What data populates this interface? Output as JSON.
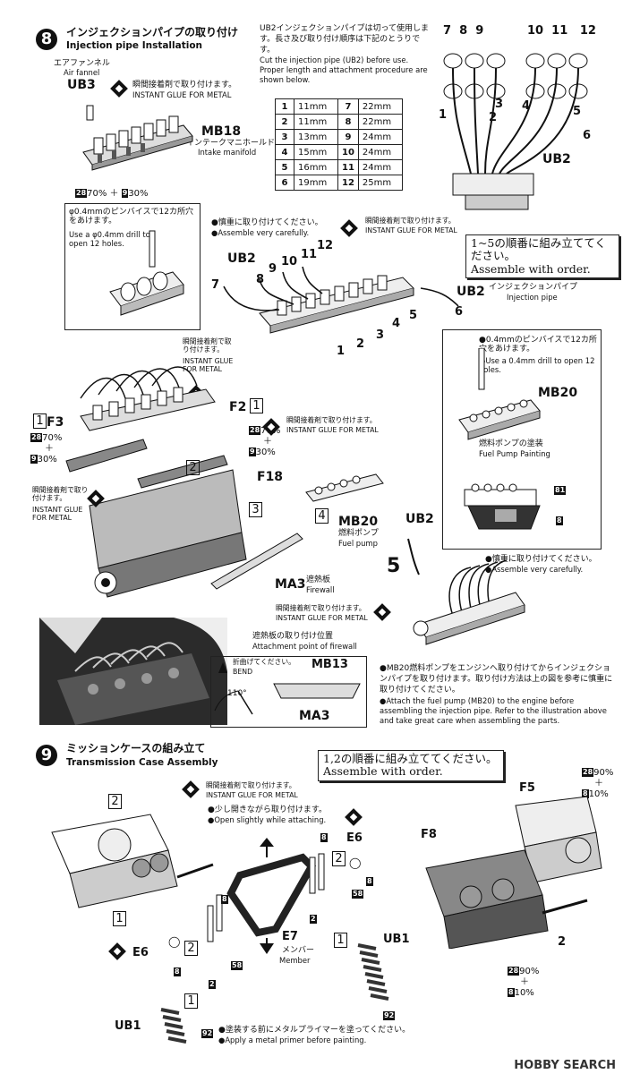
{
  "step8": {
    "number": "8",
    "title_jp": "インジェクションパイプの取り付け",
    "title_en": "Injection pipe Installation",
    "air_funnel_jp": "エアファンネル",
    "air_funnel_en": "Air fannel",
    "ub3": "UB3",
    "glue_jp": "瞬間接着剤で取り付けます。",
    "glue_en": "INSTANT GLUE FOR METAL",
    "mb18": "MB18",
    "intake_jp": "インテークマニホールド",
    "intake_en": "Intake manifold",
    "color_mix_a": "28",
    "color_mix_a_pct": "70%",
    "color_mix_b": "9",
    "color_mix_b_pct": "30%",
    "drill_jp": "φ0.4mmのピンバイスで12カ所穴をあけます。",
    "drill_en": "Use a φ0.4mm drill to open 12 holes.",
    "note_jp": "UB2インジェクションパイプは切って使用します。長さ及び取り付け順序は下記のとうりです。",
    "note_en": "Cut the injection pipe (UB2) before use. Proper length and attachment procedure are shown below.",
    "lengths_left": [
      [
        "1",
        "11mm"
      ],
      [
        "2",
        "11mm"
      ],
      [
        "3",
        "13mm"
      ],
      [
        "4",
        "15mm"
      ],
      [
        "5",
        "16mm"
      ],
      [
        "6",
        "19mm"
      ]
    ],
    "lengths_right": [
      [
        "7",
        "22mm"
      ],
      [
        "8",
        "22mm"
      ],
      [
        "9",
        "24mm"
      ],
      [
        "10",
        "24mm"
      ],
      [
        "11",
        "24mm"
      ],
      [
        "12",
        "25mm"
      ]
    ],
    "ub2": "UB2",
    "careful_jp": "慎重に取り付けてください。",
    "careful_en": "Assemble very carefully.",
    "glue2_jp": "瞬間接着剤で取り付けます。",
    "glue2_en": "INSTANT GLUE FOR METAL",
    "order_jp": "1~5の順番に組み立ててください。",
    "order_en": "Assemble with order.",
    "injection_pipe_jp": "インジェクションパイプ",
    "injection_pipe_en": "Injection pipe",
    "glue3_jp": "瞬間接着剤で取り付けます。",
    "glue3_en": "INSTANT GLUE FOR METAL",
    "f2": "F2",
    "f3": "F3",
    "f18": "F18",
    "glue4_jp": "瞬間接着剤で取り付けます。",
    "glue4_en": "INSTANT GLUE FOR METAL",
    "mb20": "MB20",
    "fuel_pump_jp": "燃料ポンプ",
    "fuel_pump_en": "Fuel pump",
    "drill2_jp": "0.4mmのピンバイスで12カ所穴をあけます。",
    "drill2_en": "Use a 0.4mm drill to open 12 holes.",
    "fp_paint_jp": "燃料ポンプの塗装",
    "fp_paint_en": "Fuel Pump Painting",
    "color_81": "81",
    "color_8": "8",
    "step_5": "5",
    "careful2_jp": "慎重に取り付けてください。",
    "careful2_en": "Assemble very carefully.",
    "ma3": "MA3",
    "firewall_jp": "遮熱板",
    "firewall_en": "Firewall",
    "glue5_jp": "瞬間接着剤で取り付けます。",
    "glue5_en": "INSTANT GLUE FOR METAL",
    "attach_jp": "遮熱板の取り付け位置",
    "attach_en": "Attachment point of firewall",
    "bend_jp": "折曲げてください。",
    "bend_en": "BEND",
    "mb13": "MB13",
    "angle": "110°",
    "mb20_note_jp": "MB20燃料ポンプをエンジンへ取り付けてからインジェクションパイプを取り付けます。取り付け方法は上の図を参考に慎重に取り付けてください。",
    "mb20_note_en": "Attach the fuel pump (MB20) to the engine before assembling the injection pipe. Refer to the illustration above and take great care when assembling the parts."
  },
  "step9": {
    "number": "9",
    "title_jp": "ミッションケースの組み立て",
    "title_en": "Transmission Case Assembly",
    "order_jp": "1,2の順番に組み立ててください。",
    "order_en": "Assemble with order.",
    "glue_jp": "瞬間接着剤で取り付けます。",
    "glue_en": "INSTANT GLUE FOR METAL",
    "open_jp": "少し開きながら取り付けます。",
    "open_en": "Open slightly while attaching.",
    "e6": "E6",
    "e7": "E7",
    "member_jp": "メンバー",
    "member_en": "Member",
    "ub1": "UB1",
    "f5": "F5",
    "f8": "F8",
    "color_28": "28",
    "color_28_pct": "90%",
    "color_8": "8",
    "color_8_pct": "10%",
    "color_58": "58",
    "color_92": "92",
    "primer_jp": "塗装する前にメタルプライマーを塗ってください。",
    "primer_en": "Apply a metal primer before painting."
  },
  "watermark": "HOBBY SEARCH"
}
